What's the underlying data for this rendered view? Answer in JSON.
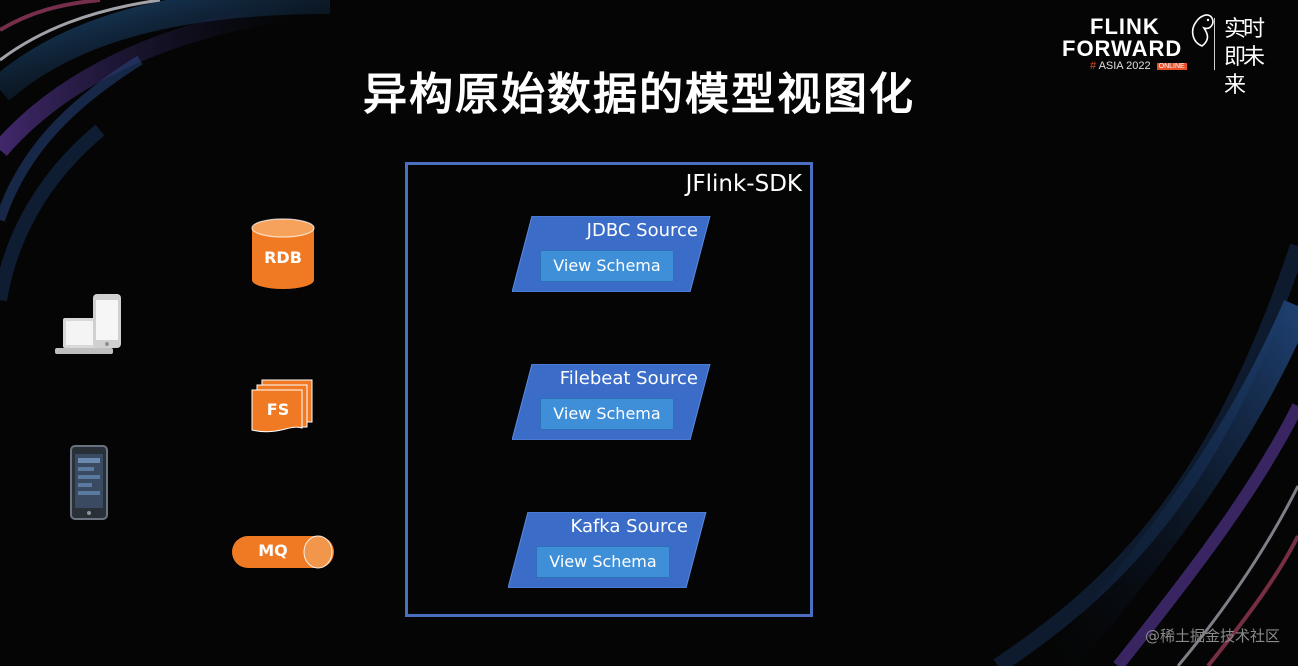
{
  "title": "异构原始数据的模型视图化",
  "logo": {
    "line1": "FLINK",
    "line2": "FORWARD",
    "sub_hash": "#",
    "sub_text": "ASIA 2022",
    "badge": "ONLINE",
    "cn_text": "实时即未来"
  },
  "sdk": {
    "label": "JFlink-SDK",
    "sources": [
      {
        "title": "JDBC Source",
        "button": "View Schema"
      },
      {
        "title": "Filebeat Source",
        "button": "View Schema"
      },
      {
        "title": "Kafka Source",
        "button": "View Schema"
      }
    ]
  },
  "stores": {
    "rdb": "RDB",
    "fs": "FS",
    "mq": "MQ"
  },
  "devices": [
    "laptop-phone-icon",
    "mobile-phone-icon"
  ],
  "colors": {
    "store_orange": "#f07a24",
    "source_blue": "#3a6cc8",
    "schema_blue": "#3f8fd8",
    "frame_blue": "#4a6fc0"
  },
  "watermark": "@稀土掘金技术社区"
}
